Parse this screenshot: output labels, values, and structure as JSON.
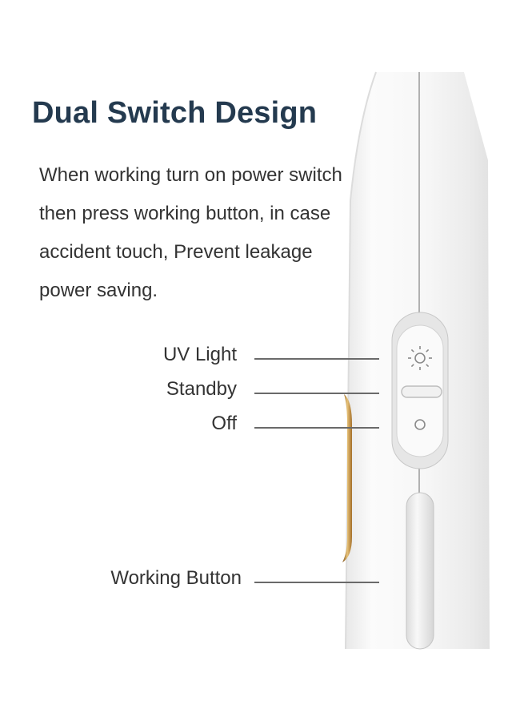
{
  "heading": "Dual Switch Design",
  "description": [
    "When working turn on power switch",
    "then press working button, in case",
    "accident touch, Prevent leakage",
    "power saving."
  ],
  "callouts": {
    "uv_light": "UV Light",
    "standby": "Standby",
    "off": "Off",
    "working_button": "Working Button"
  },
  "icons": {
    "uv": "sun-icon",
    "standby": "bar-icon",
    "off": "circle-icon"
  },
  "colors": {
    "heading": "#243a4f",
    "body_text": "#333333",
    "device_body": "#f4f4f4",
    "accent_strip": "#c9973a"
  }
}
